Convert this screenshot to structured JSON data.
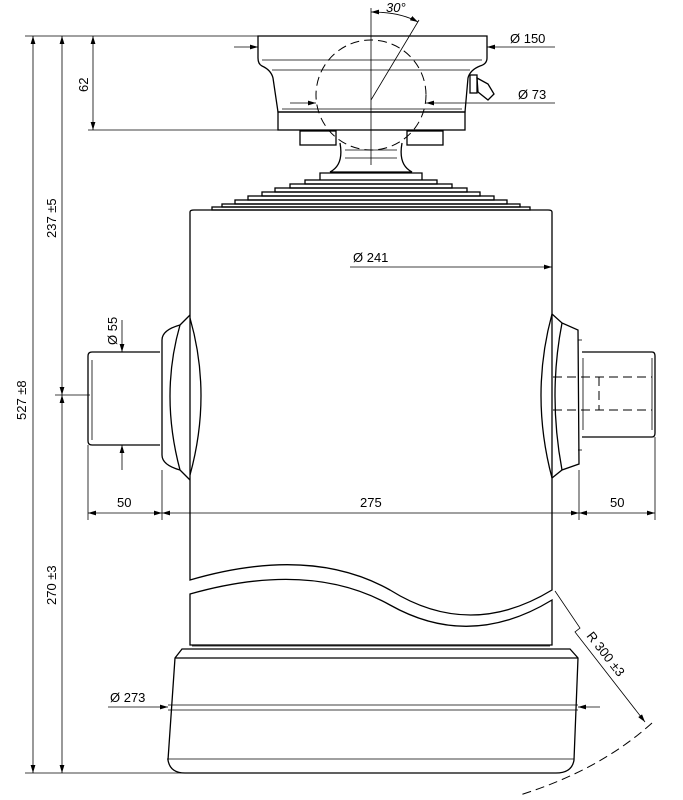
{
  "drawing": {
    "title": "Telescopic hydraulic cylinder dimension drawing",
    "dimensions": {
      "overall_height": "527 ±8",
      "upper_height": "237 ±5",
      "lower_height": "270 ±3",
      "head_height": "62",
      "head_diameter": "Ø 150",
      "ball_diameter": "Ø 73",
      "tilt_angle": "30°",
      "body_diameter": "Ø 241",
      "pin_diameter": "Ø 55",
      "pin_left_length": "50",
      "trunnion_span": "275",
      "pin_right_length": "50",
      "base_diameter": "Ø 273",
      "base_radius": "R 300 ±3"
    }
  }
}
